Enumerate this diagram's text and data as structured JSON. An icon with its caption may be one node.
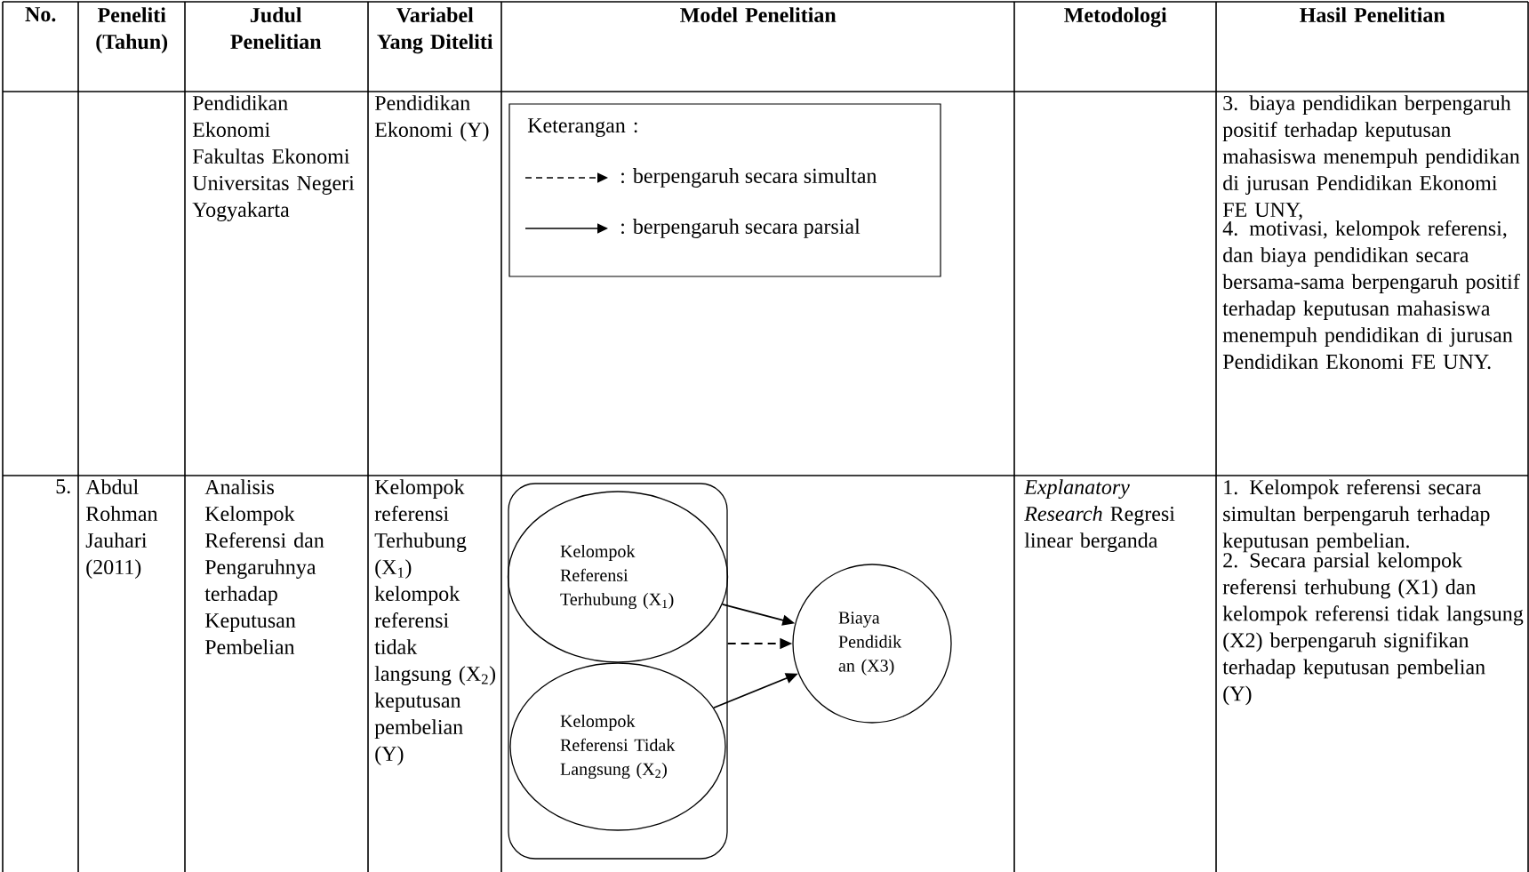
{
  "diagram": {
    "nodes": [
      {
        "text": [],
        "shape": "box"
      },
      {
        "text": [
          "Kelompok Referensi Terhubung (X$_{1}$)"
        ],
        "in": 0
      },
      {
        "text": [
          "Kelompok Referensi Tidak Langsung (X$_{2}$)"
        ],
        "in": 0
      },
      {
        "text": [
          "Biaya Pendidik an (X3)"
        ]
      }
    ],
    "edges": [
      {
        "from": 1,
        "to": 3,
        "arrow": "to"
      },
      {
        "from": 0,
        "to": 3,
        "arrow": "to",
        "style": "dashed"
      },
      {
        "from": 2,
        "to": 3,
        "arrow": "to"
      }
    ],
    "labels": [
      "No.",
      "Peneliti (Tahun)",
      "Judul Penelitian",
      "Variabel Yang Diteliti",
      "Model Penelitian",
      "Metodologi",
      "Hasil Penelitian",
      "Pendidikan Ekonomi Fakultas Ekonomi Universitas Negeri Yogyakarta",
      "Pendidikan Ekonomi (Y)",
      "Keterangan :",
      "3. biaya pendidikan berpengaruh positif terhadap keputusan mahasiswa menempuh pendidikan di jurusan Pendidikan Ekonomi FE UNY,",
      "4. motivasi, kelompok referensi, dan biaya pendidikan secara bersama-sama berpengaruh positif terhadap keputusan mahasiswa menempuh pendidikan di jurusan Pendidikan Ekonomi FE UNY.",
      "5.",
      "Abdul Rohman Jauhari (2011)",
      "Analisis Kelompok Referensi dan Pengaruhnya terhadap Keputusan Pembelian",
      "Kelompok referensi Terhubung (X$_{1}$) kelompok referensi tidak langsung (X$_{2}$) keputusan pembelian (Y)",
      "*Explanatory Research* Regresi linear berganda",
      "1. Kelompok referensi secara simultan berpengaruh terhadap keputusan pembelian.",
      "2. Secara parsial kelompok referensi terhubung (X1) dan kelompok referensi tidak langsung (X2) berpengaruh signifikan terhadap keputusan pembelian (Y)"
    ],
    "legend": [
      {
        "text": ": berpengaruh secara simultan"
      },
      {
        "text": ": berpengaruh secara parsial"
      }
    ]
  }
}
